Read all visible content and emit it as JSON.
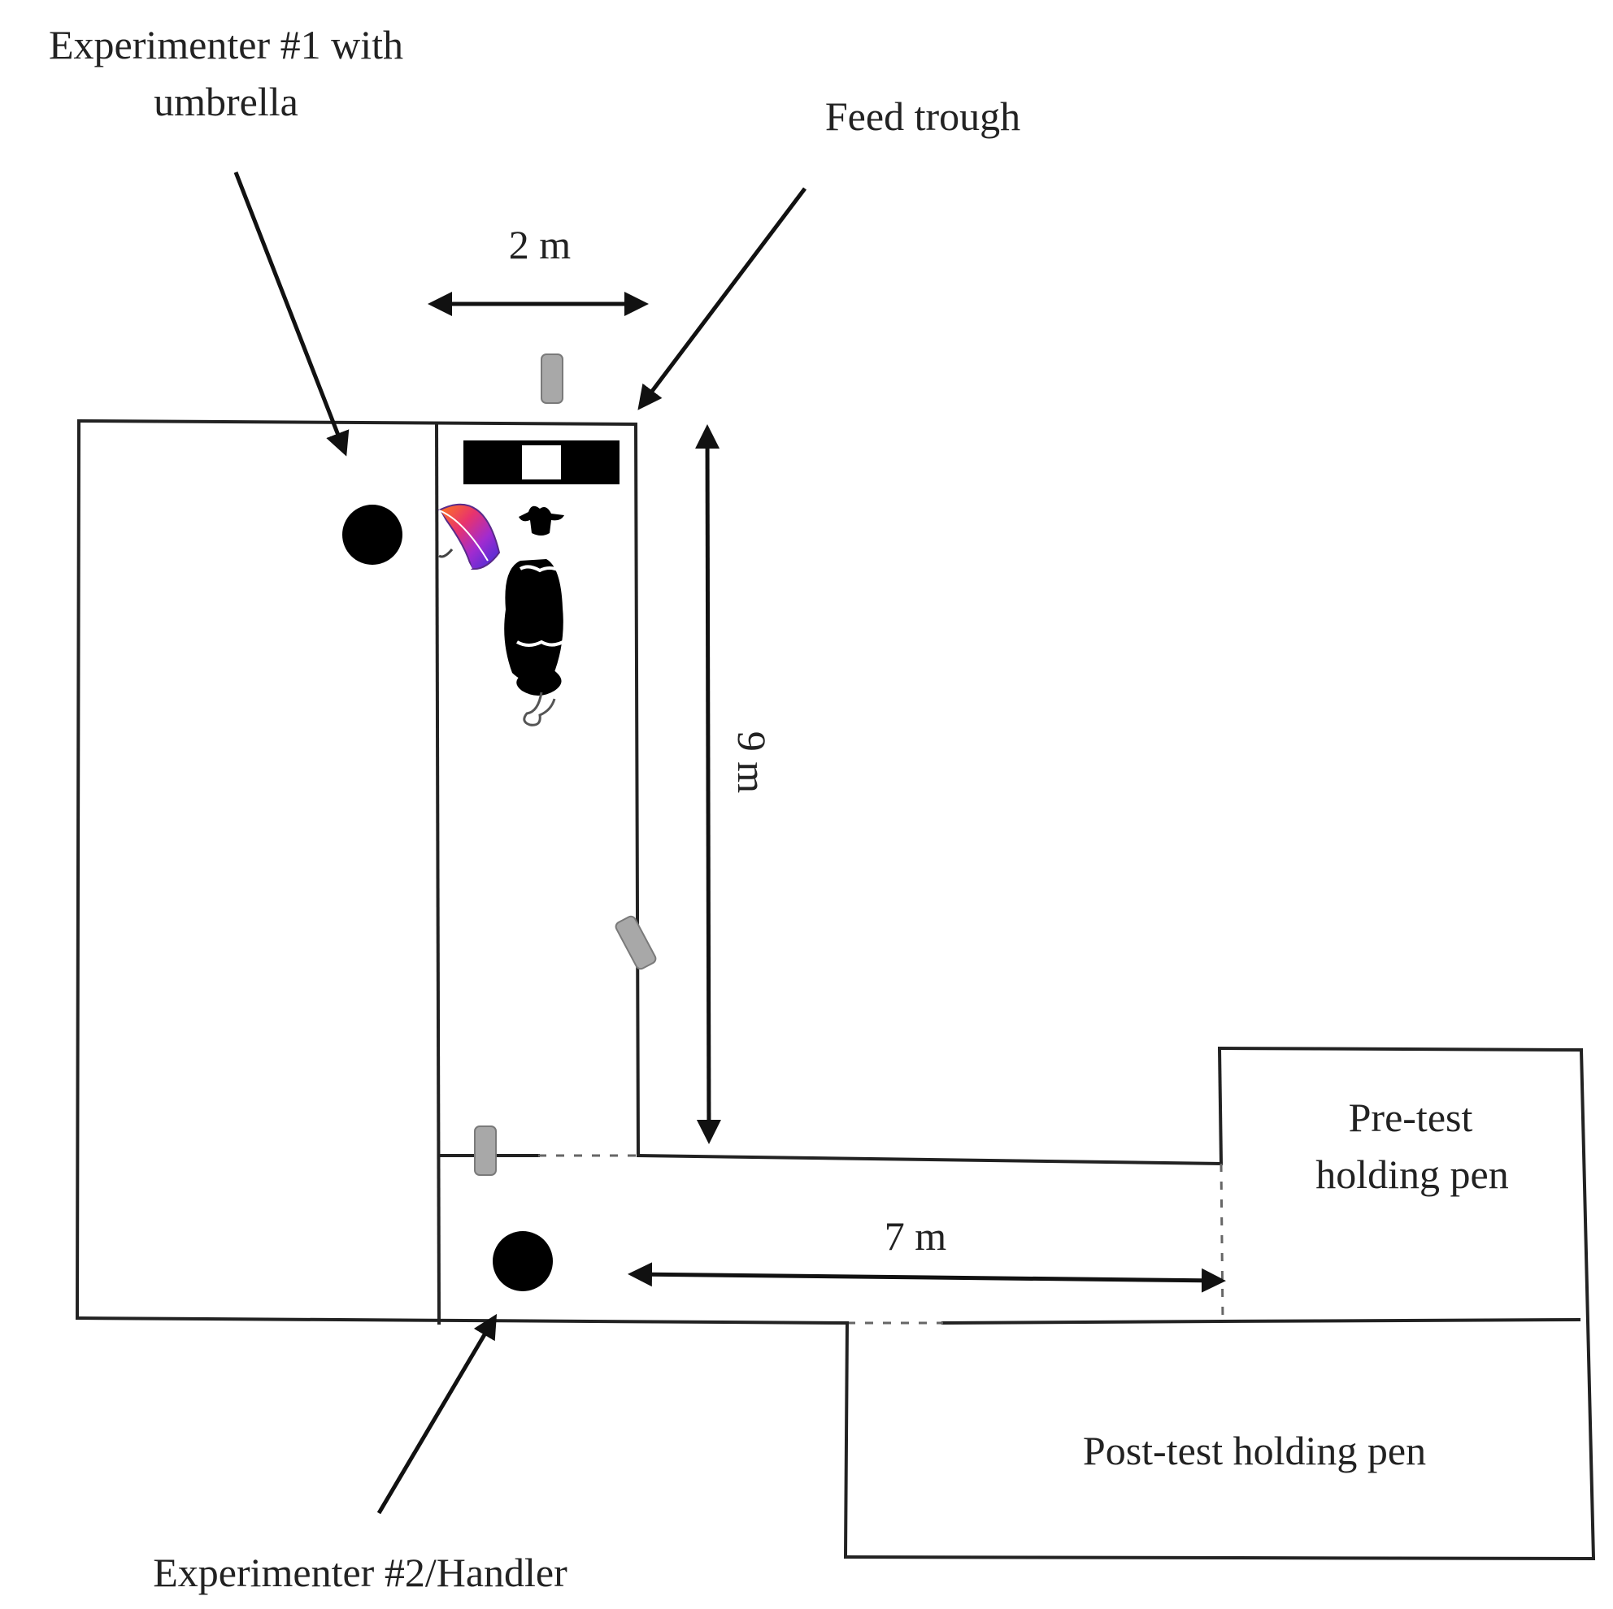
{
  "labels": {
    "experimenter1_line1": "Experimenter #1 with",
    "experimenter1_line2": "umbrella",
    "feed_trough": "Feed trough",
    "width_2m": "2 m",
    "length_9m": "9 m",
    "length_7m": "7 m",
    "pretest_line1": "Pre-test",
    "pretest_line2": "holding pen",
    "posttest": "Post-test holding pen",
    "experimenter2": "Experimenter #2/Handler"
  },
  "colors": {
    "wall": "#222222",
    "gate": "#9e9e9e",
    "experimenter": "#000000",
    "trough_dark": "#000000",
    "trough_light": "#ffffff"
  },
  "icons": [
    "umbrella-icon",
    "cow-icon",
    "gate-post-icon",
    "experimenter-dot-icon"
  ]
}
